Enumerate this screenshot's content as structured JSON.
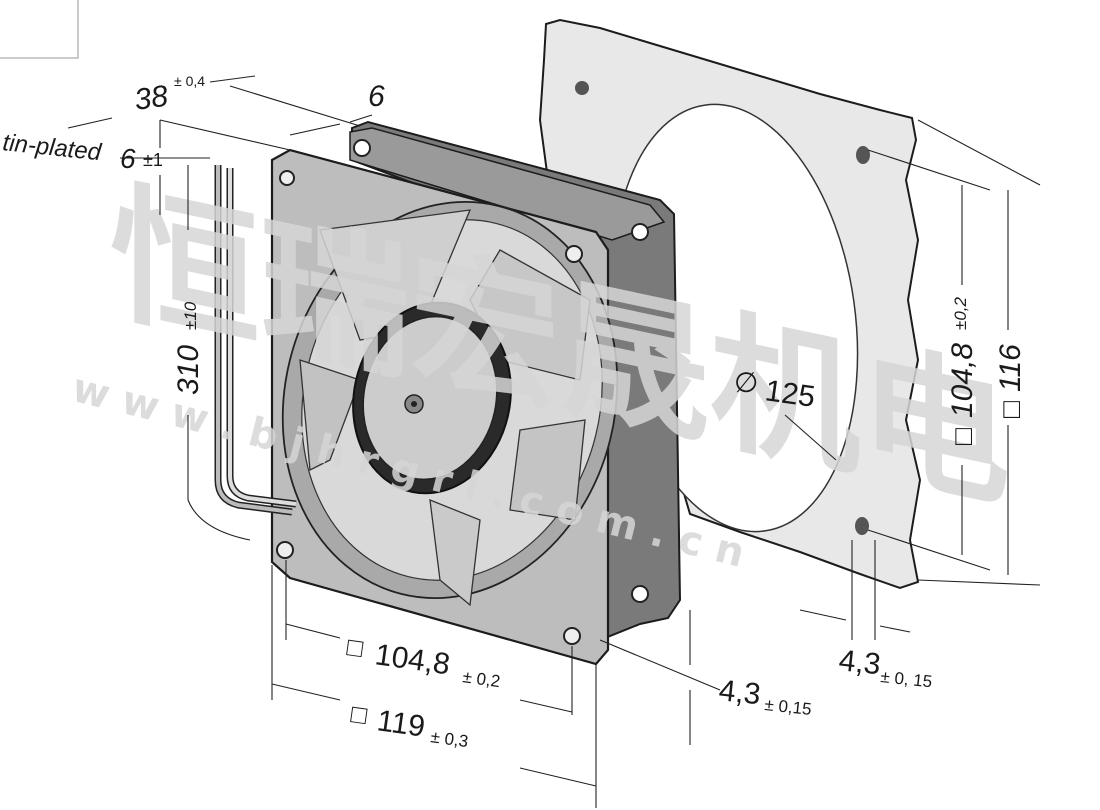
{
  "labels": {
    "depth": "38",
    "depth_tol": "± 0,4",
    "lip": "6",
    "wire_strip_label": "tin-plated",
    "wire_strip": "6",
    "wire_strip_tol": "±1",
    "wire_len": "310",
    "wire_len_tol": "±10",
    "diameter_sym": "∅",
    "diameter": "125",
    "cutout_hole": "104,8",
    "cutout_hole_tol": "±0,2",
    "cutout_outer": "116",
    "hole_spacing": "104,8",
    "hole_spacing_tol": "± 0,2",
    "frame_size": "119",
    "frame_size_tol": "± 0,3",
    "hole_dia": "4,3",
    "hole_dia_tol": "± 0,15",
    "hole_dia2": "4,3",
    "hole_dia2_tol": "± 0, 15",
    "square_sym": "□"
  },
  "watermark": {
    "chars": "恒瑞宏晟机电",
    "url": "w w w . b j h r g r l . c o m . c n"
  },
  "colors": {
    "frame": "#b8b8b8",
    "frame_dark": "#6e6e6e",
    "gasket": "#e6e6e6",
    "outline": "#1c1c1c"
  }
}
